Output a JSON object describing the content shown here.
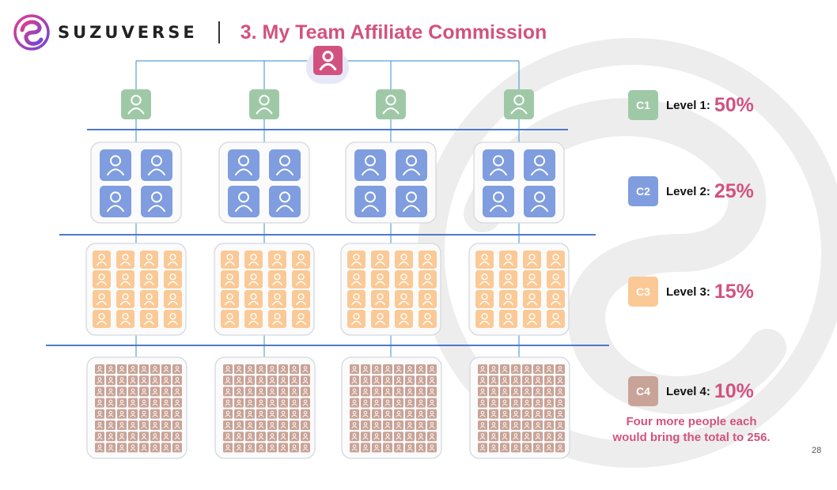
{
  "header": {
    "brand_name": "SUZUVERSE",
    "title": "3. My Team Affiliate Commission"
  },
  "icons": {
    "person": "person-icon",
    "logo": "suzuverse-logo-icon"
  },
  "colors": {
    "accent": "#d2527f",
    "root": "#d2527f",
    "level1": "#9fc9a6",
    "level2": "#7f9ddf",
    "level3": "#fbc995",
    "level4": "#c9a397",
    "connector": "#5aa0d8",
    "divider": "#4f79c9"
  },
  "levels": [
    {
      "badge": "C1",
      "label": "Level 1:",
      "percent": "50%"
    },
    {
      "badge": "C2",
      "label": "Level 2:",
      "percent": "25%"
    },
    {
      "badge": "C3",
      "label": "Level 3:",
      "percent": "15%"
    },
    {
      "badge": "C4",
      "label": "Level 4:",
      "percent": "10%"
    }
  ],
  "tree": {
    "branches": 4,
    "per_member_referrals": 4
  },
  "note": {
    "line1": "Four more people each",
    "line2": "would bring the total to 256."
  },
  "page_number": "28"
}
